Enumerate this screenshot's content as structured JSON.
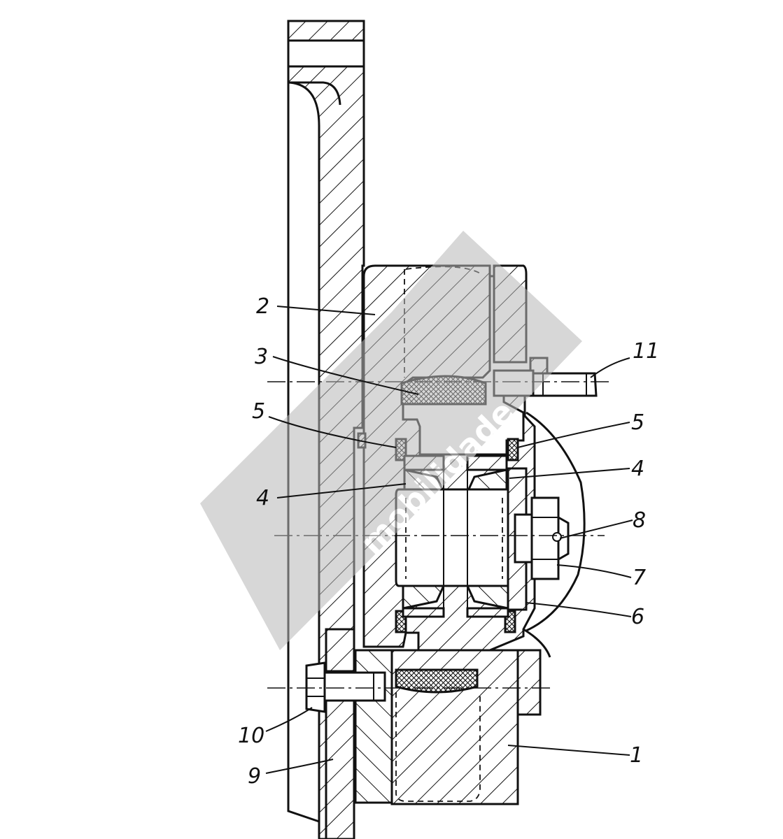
{
  "labels": {
    "l1": "1",
    "l2": "2",
    "l3": "3",
    "l4a": "4",
    "l4b": "4",
    "l5a": "5",
    "l5b": "5",
    "l6": "6",
    "l7": "7",
    "l8": "8",
    "l9": "9",
    "l10": "10",
    "l11": "11"
  },
  "watermark": {
    "text": "mobilidade"
  },
  "colors": {
    "line": "#111111",
    "watermark": "#b7b7b7"
  }
}
